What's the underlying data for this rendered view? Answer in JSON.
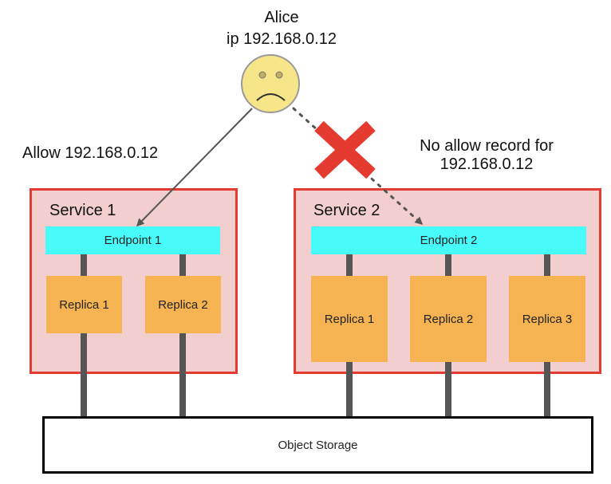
{
  "user": {
    "name": "Alice",
    "ip_label": "ip 192.168.0.12",
    "face": "sad-face-icon"
  },
  "rules": {
    "allow": "Allow 192.168.0.12",
    "deny_line1": "No allow record for",
    "deny_line2": "192.168.0.12"
  },
  "services": [
    {
      "title": "Service 1",
      "endpoint": "Endpoint 1",
      "replicas": [
        "Replica 1",
        "Replica 2"
      ]
    },
    {
      "title": "Service 2",
      "endpoint": "Endpoint 2",
      "replicas": [
        "Replica 1",
        "Replica 2",
        "Replica 3"
      ]
    }
  ],
  "storage": {
    "label": "Object Storage"
  },
  "colors": {
    "service_fill": "#f3cece",
    "service_border": "#e43b30",
    "endpoint": "#47fbfb",
    "replica": "#f6b351",
    "connector": "#555555",
    "face": "#f7e58a",
    "deny_cross": "#e53a2f"
  }
}
